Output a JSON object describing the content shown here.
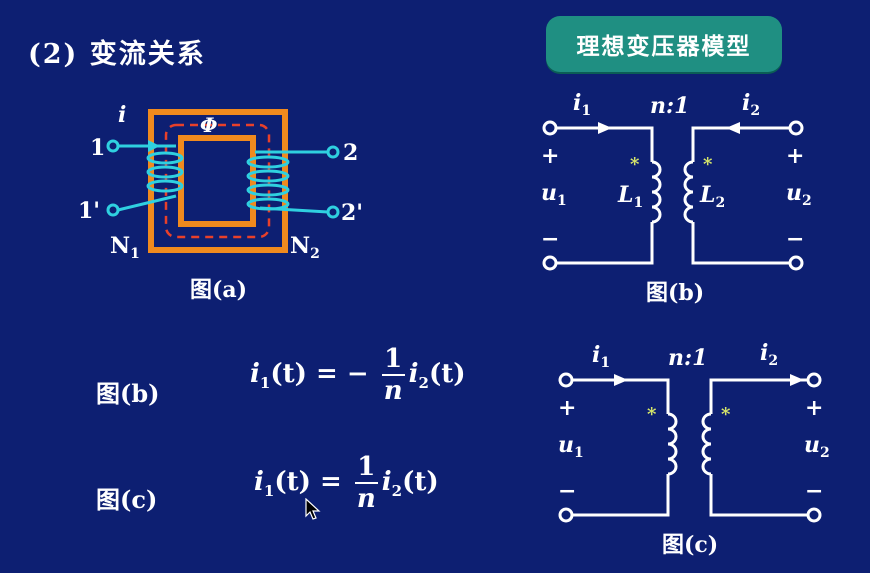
{
  "slide": {
    "heading": "(2)  变流关系",
    "badge": "理想变压器模型"
  },
  "fig_a": {
    "current": "i",
    "flux": "Φ",
    "terminal_1": "1",
    "terminal_1p": "1'",
    "terminal_2": "2",
    "terminal_2p": "2'",
    "n1": "N",
    "n1_sub": "1",
    "n2": "N",
    "n2_sub": "2",
    "caption": "图(a)",
    "colors": {
      "core": "#f08a1e",
      "flux": "#e8402a",
      "winding": "#2fd0e0"
    }
  },
  "fig_b": {
    "i1": "i",
    "i1_sub": "1",
    "i2": "i",
    "i2_sub": "2",
    "ratio": "n:1",
    "plus_left": "+",
    "minus_left": "−",
    "plus_right": "+",
    "minus_right": "−",
    "u1": "u",
    "u1_sub": "1",
    "u2": "u",
    "u2_sub": "2",
    "L1": "L",
    "L1_sub": "1",
    "L2": "L",
    "L2_sub": "2",
    "dot": "*",
    "caption": "图(b)"
  },
  "fig_c": {
    "i1": "i",
    "i1_sub": "1",
    "i2": "i",
    "i2_sub": "2",
    "ratio": "n:1",
    "plus_left": "+",
    "minus_left": "−",
    "plus_right": "+",
    "minus_right": "−",
    "u1": "u",
    "u1_sub": "1",
    "u2": "u",
    "u2_sub": "2",
    "dot": "*",
    "caption": "图(c)"
  },
  "equations": {
    "b": {
      "label": "图(b)",
      "lhs_i": "i",
      "lhs_sub": "1",
      "lhs_arg": "(t)",
      "op": "= −",
      "num": "1",
      "den": "n",
      "rhs_i": "i",
      "rhs_sub": "2",
      "rhs_arg": "(t)"
    },
    "c": {
      "label": "图(c)",
      "lhs_i": "i",
      "lhs_sub": "1",
      "lhs_arg": "(t)",
      "op": "=",
      "num": "1",
      "den": "n",
      "rhs_i": "i",
      "rhs_sub": "2",
      "rhs_arg": "(t)"
    }
  }
}
